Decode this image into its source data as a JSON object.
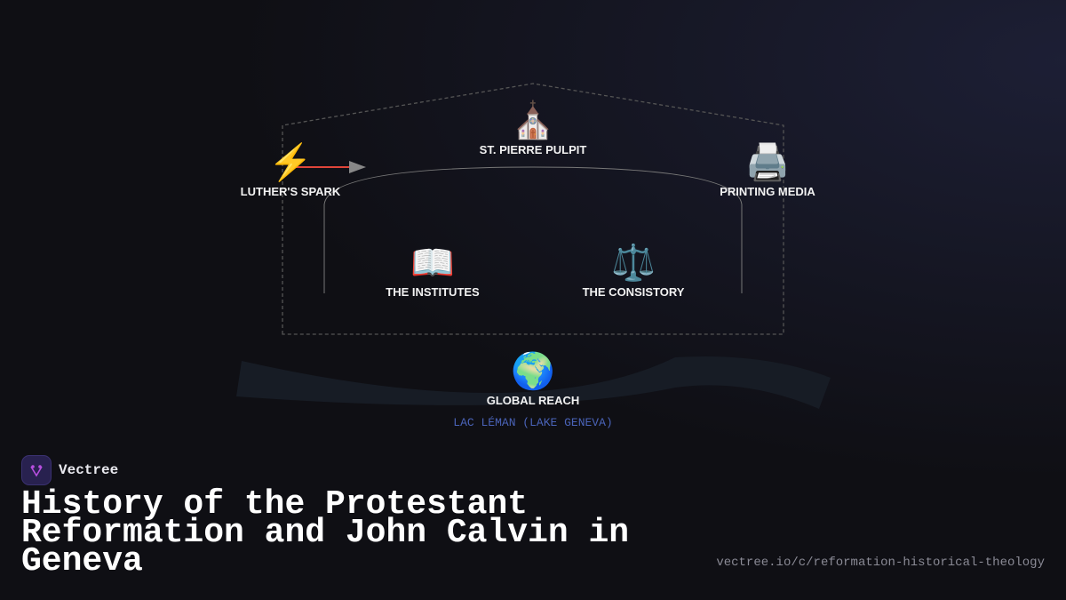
{
  "nodes": {
    "pulpit": {
      "icon": "⛪",
      "label": "ST. PIERRE PULPIT"
    },
    "luther": {
      "icon": "⚡",
      "label": "LUTHER'S SPARK"
    },
    "printing": {
      "icon": "🖨️",
      "label": "PRINTING MEDIA"
    },
    "institutes": {
      "icon": "📖",
      "label": "THE INSTITUTES"
    },
    "consistory": {
      "icon": "⚖️",
      "label": "THE CONSISTORY"
    },
    "global": {
      "icon": "🌍",
      "label": "GLOBAL REACH"
    }
  },
  "lake_label": "LAC LÉMAN (LAKE GENEVA)",
  "brand": {
    "name": "Vectree"
  },
  "title": "History of the Protestant Reformation and John Calvin in Geneva",
  "url": "vectree.io/c/reformation-historical-theology",
  "colors": {
    "background": "#0f0f14",
    "arrow": "#e0453a",
    "lake": "#171c25",
    "lake_text": "#4a63b8"
  }
}
